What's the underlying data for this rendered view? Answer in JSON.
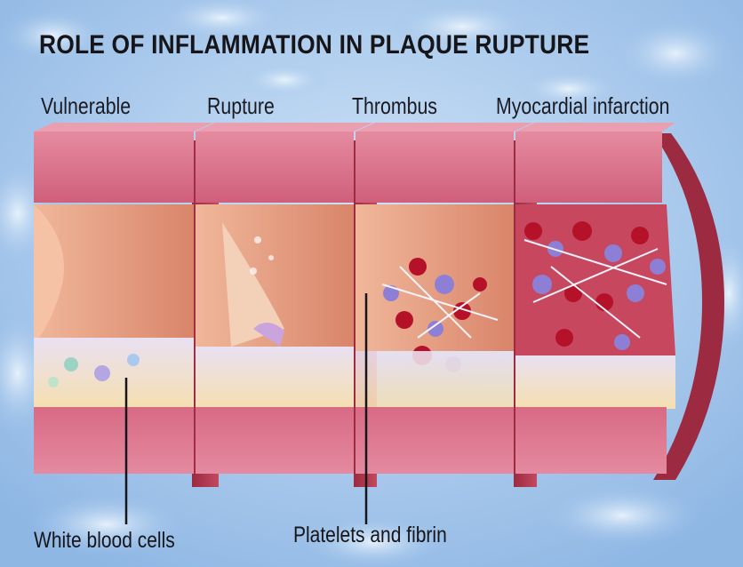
{
  "title": "ROLE OF INFLAMMATION IN PLAQUE RUPTURE",
  "stages": [
    {
      "label": "Vulnerable"
    },
    {
      "label": "Rupture"
    },
    {
      "label": "Thrombus"
    },
    {
      "label": "Myocardial infarction"
    }
  ],
  "callouts": {
    "white_blood_cells": "White blood cells",
    "platelets_fibrin": "Platelets and fibrin"
  },
  "colors": {
    "background_blue": "#9fc3ea",
    "vessel_wall": "#d9728a",
    "vessel_wall_dark": "#b1354c",
    "lumen": "#e9a583",
    "plaque": "#f4e1b3",
    "clot_red": "#b5122a",
    "platelet_purple": "#8e7fd6"
  }
}
